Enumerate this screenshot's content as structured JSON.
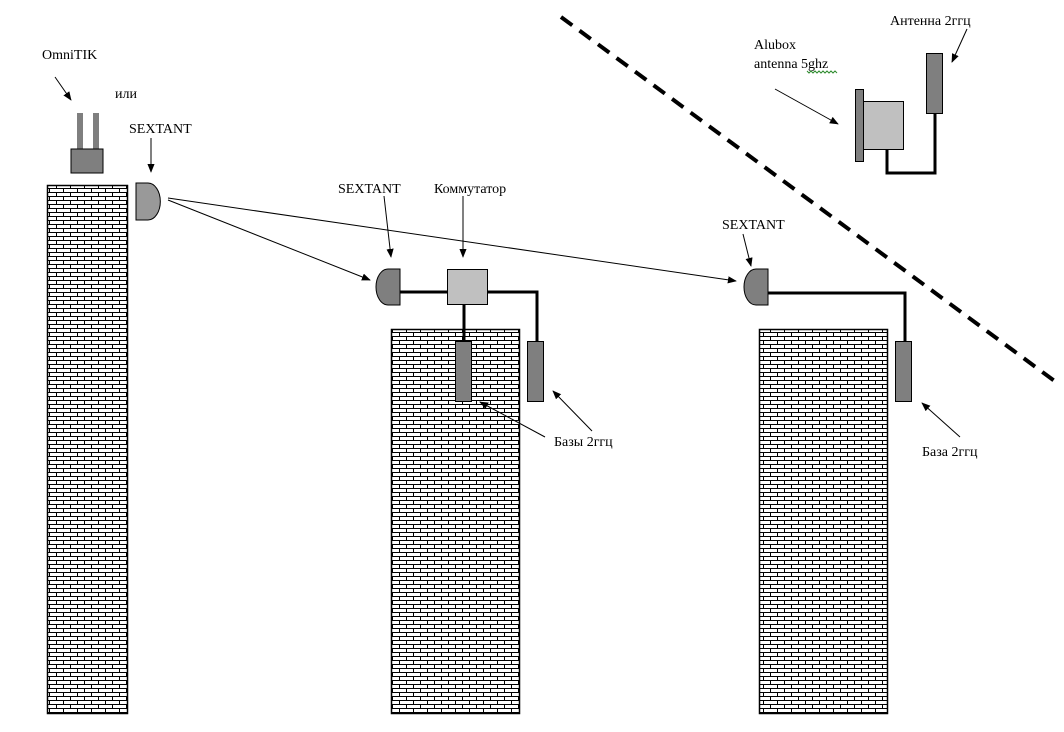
{
  "diagram": {
    "title": "",
    "labels": {
      "omnitik": "OmniTIK",
      "or": "или",
      "sextant_left": "SEXTANT",
      "sextant_mid": "SEXTANT",
      "switch": "Коммутатор",
      "sextant_right": "SEXTANT",
      "bases_mid": "Базы 2ггц",
      "base_right": "База 2ггц",
      "alubox_line1": "Alubox",
      "alubox_line2_a": "antenna ",
      "alubox_line2_b": "5ghz",
      "antenna_2ghz": "Антенна 2ггц"
    },
    "colors": {
      "dark_gray": "#7f7f7f",
      "mid_gray": "#999999",
      "light_gray": "#c0c0c0",
      "line": "#000000",
      "spellcheck": "#2e8b2e"
    },
    "nodes": [
      {
        "id": "building-1",
        "type": "brick-building"
      },
      {
        "id": "building-2",
        "type": "brick-building"
      },
      {
        "id": "building-3",
        "type": "brick-building"
      },
      {
        "id": "omnitik",
        "type": "omni-antenna"
      },
      {
        "id": "sextant-1",
        "type": "sector-antenna"
      },
      {
        "id": "sextant-2",
        "type": "sector-antenna"
      },
      {
        "id": "sextant-3",
        "type": "sector-antenna"
      },
      {
        "id": "switch",
        "type": "switch"
      },
      {
        "id": "base-2-a",
        "type": "base-station"
      },
      {
        "id": "base-2-b",
        "type": "base-station"
      },
      {
        "id": "base-3",
        "type": "base-station"
      },
      {
        "id": "alubox",
        "type": "panel-antenna"
      },
      {
        "id": "antenna-2ghz",
        "type": "omni-antenna"
      }
    ],
    "links": [
      {
        "from": "sextant-1",
        "to": "sextant-2",
        "style": "wireless"
      },
      {
        "from": "sextant-1",
        "to": "sextant-3",
        "style": "wireless"
      },
      {
        "from": "sextant-2",
        "to": "switch",
        "style": "cable"
      },
      {
        "from": "switch",
        "to": "base-2-a",
        "style": "cable"
      },
      {
        "from": "switch",
        "to": "base-2-b",
        "style": "cable"
      },
      {
        "from": "sextant-3",
        "to": "base-3",
        "style": "cable"
      },
      {
        "from": "alubox",
        "to": "antenna-2ghz",
        "style": "cable"
      }
    ]
  }
}
